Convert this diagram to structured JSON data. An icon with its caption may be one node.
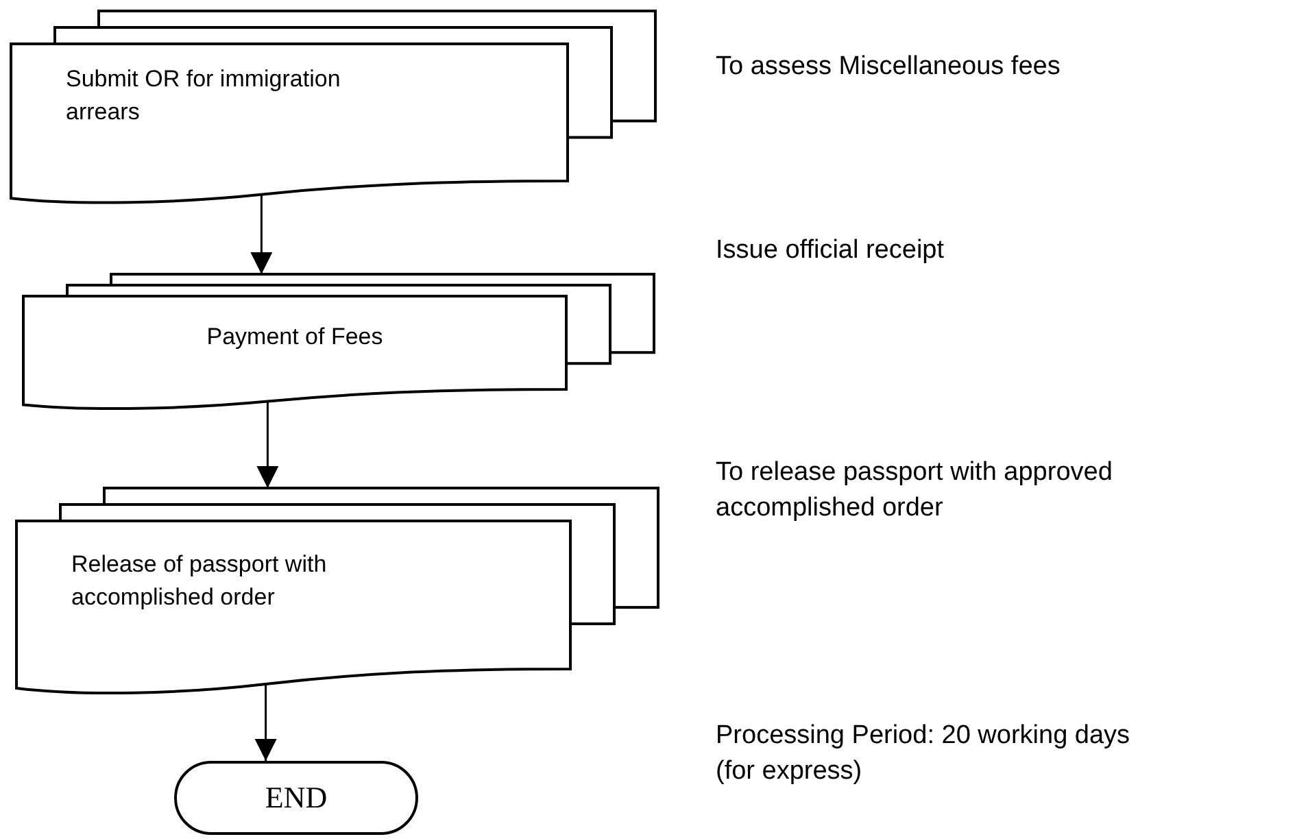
{
  "diagram": {
    "nodes": [
      {
        "text": [
          "Submit OR for immigration arrears"
        ],
        "beside": [
          "To assess Miscellaneous fees"
        ]
      },
      {
        "text": [
          "Payment of Fees"
        ],
        "beside": [
          "Issue official receipt"
        ]
      },
      {
        "text": [
          "Release of passport with accomplished order"
        ],
        "beside": [
          "To release passport with approved accomplished order"
        ]
      },
      {
        "text": [
          "END"
        ]
      }
    ],
    "labels": [
      "Processing Period: 20 working days (for express)"
    ],
    "edges": [
      {
        "from": 0,
        "to": 1,
        "arrow": "to"
      },
      {
        "from": 1,
        "to": 2,
        "arrow": "to"
      },
      {
        "from": 2,
        "to": 3,
        "arrow": "to"
      }
    ]
  }
}
